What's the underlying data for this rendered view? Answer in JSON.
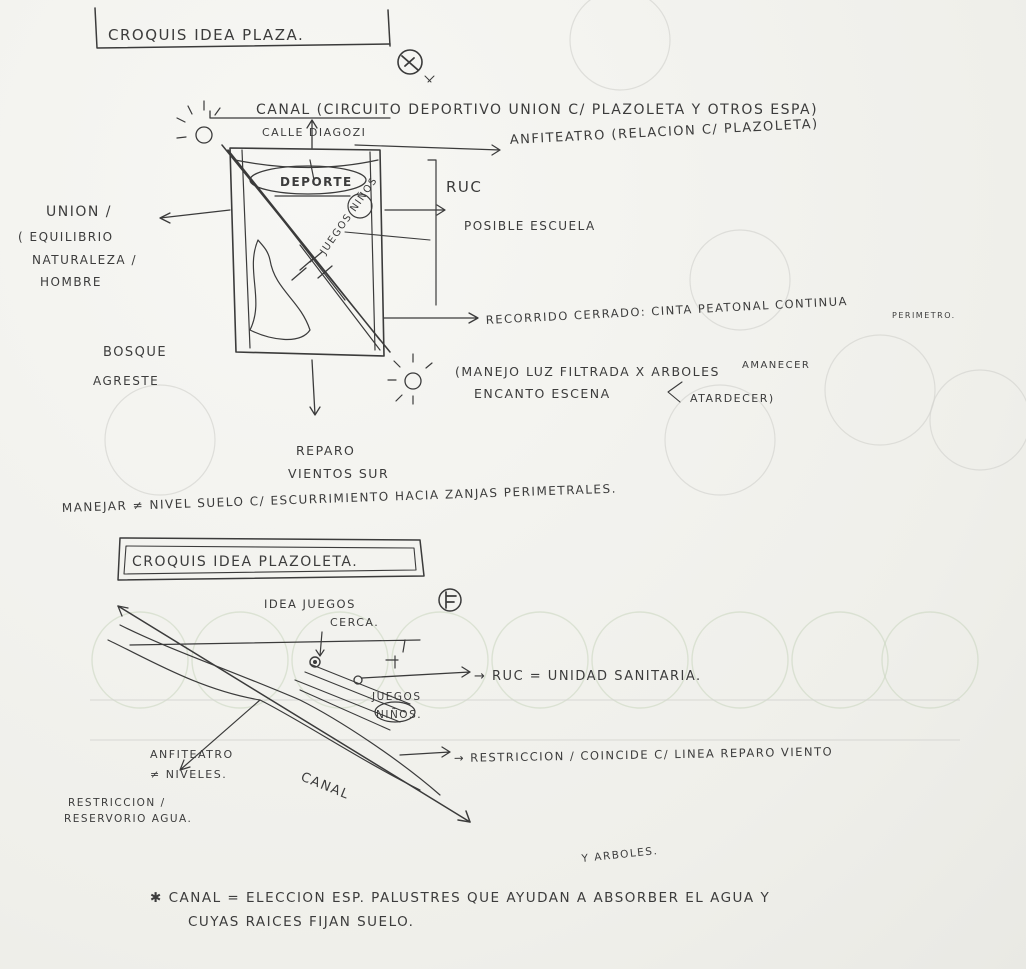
{
  "top": {
    "title": "CROQUIS IDEA PLAZA.",
    "canal_note": "CANAL (CIRCUITO DEPORTIVO UNION C/ PLAZOLETA Y OTROS ESPA)",
    "calle": "CALLE DIAGOZI",
    "anfiteatro": "ANFITEATRO (RELACION C/ PLAZOLETA)",
    "deporte": "DEPORTE",
    "ruc": "RUC",
    "posible_escuela": "POSIBLE ESCUELA",
    "juegos": "JUEGOS NIÑOS",
    "union": [
      "UNION /",
      "( EQUILIBRIO",
      "NATURALEZA /",
      "HOMBRE"
    ],
    "bosque": [
      "BOSQUE",
      "AGRESTE"
    ],
    "recorrido": "RECORRIDO CERRADO: CINTA PEATONAL CONTINUA",
    "perimetro": "PERIMETRO.",
    "manejo_luz": "(MANEJO LUZ FILTRADA X ARBOLES",
    "amanecer": "AMANECER",
    "encanto": "ENCANTO ESCENA",
    "atardecer": "ATARDECER)",
    "reparo": [
      "REPARO",
      "VIENTOS SUR"
    ]
  },
  "middle": {
    "manejar": "MANEJAR ≠ NIVEL SUELO C/ ESCURRIMIENTO HACIA ZANJAS PERIMETRALES."
  },
  "bottom": {
    "title": "CROQUIS IDEA PLAZOLETA.",
    "idea_juegos": [
      "IDEA JUEGOS",
      "CERCA."
    ],
    "ruc_note": "→ RUC = UNIDAD SANITARIA.",
    "juegos": [
      "JUEGOS",
      "NIÑOS."
    ],
    "anfiteatro": [
      "ANFITEATRO",
      "≠ NIVELES."
    ],
    "canal": "CANAL",
    "restriccion": [
      "RESTRICCION /",
      "RESERVORIO AGUA."
    ],
    "restriccion_note": "→ RESTRICCION / COINCIDE C/ LINEA REPARO VIENTO"
  },
  "footnote": {
    "arboles": "Y ARBOLES.",
    "line1": "✱ CANAL = ELECCION ESP. PALUSTRES QUE AYUDAN A ABSORBER EL AGUA Y",
    "line2": "CUYAS RAICES FIJAN SUELO."
  },
  "colors": {
    "ink": "#3b3b3b",
    "paper": "#f4f4f1",
    "ghost": "#c9d6be"
  },
  "icons": [
    "north-arrow-icon",
    "sun-icon",
    "asterisk-icon"
  ]
}
